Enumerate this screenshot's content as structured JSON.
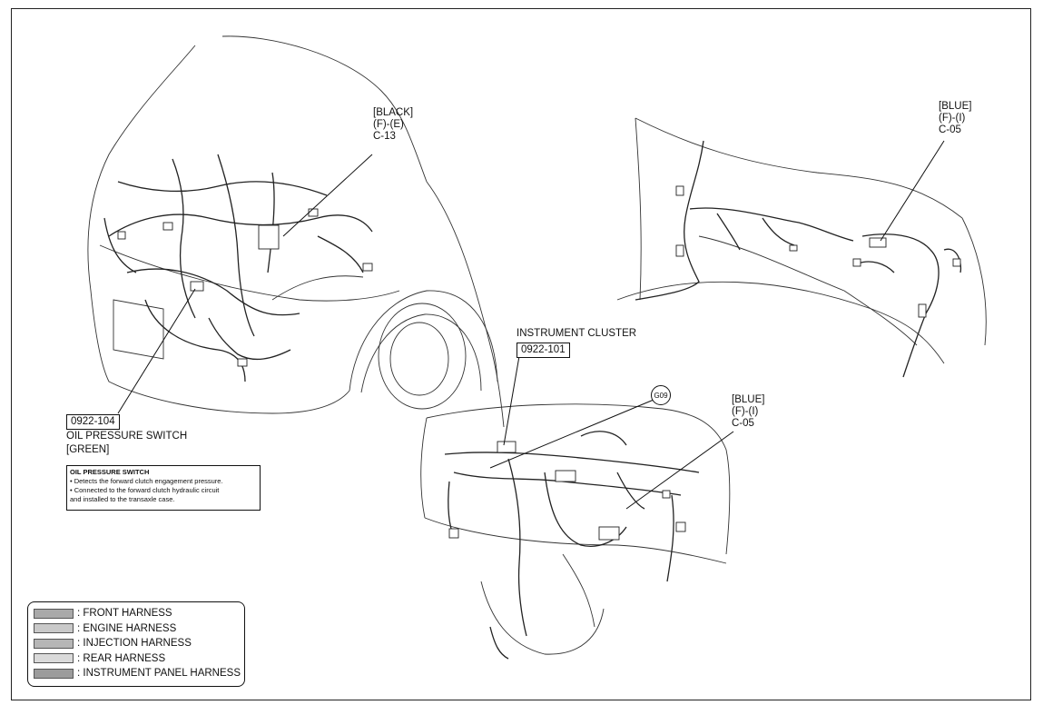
{
  "callouts": {
    "c13": {
      "color": "[BLACK]",
      "code": "(F)-(E)",
      "id": "C-13"
    },
    "c05_top": {
      "color": "[BLUE]",
      "code": "(F)-(I)",
      "id": "C-05"
    },
    "c05_mid": {
      "color": "[BLUE]",
      "code": "(F)-(I)",
      "id": "C-05"
    },
    "instrument_cluster": {
      "title": "INSTRUMENT CLUSTER",
      "part_no": "0922-101"
    },
    "oil_pressure_switch": {
      "part_no": "0922-104",
      "name": "OIL PRESSURE SWITCH",
      "color": "[GREEN]"
    },
    "ground": "G09"
  },
  "note": {
    "title": "OIL PRESSURE SWITCH",
    "line1": "• Detects the forward clutch engagement pressure.",
    "line2": "• Connected to the forward clutch hydraulic circuit",
    "line3": "and installed to the transaxle case."
  },
  "legend": [
    {
      "label": ": FRONT HARNESS",
      "color": "#a9a9a9"
    },
    {
      "label": ": ENGINE HARNESS",
      "color": "#c9c9c9"
    },
    {
      "label": ": INJECTION HARNESS",
      "color": "#b6b6b6"
    },
    {
      "label": ": REAR HARNESS",
      "color": "#dadada"
    },
    {
      "label": ": INSTRUMENT PANEL HARNESS",
      "color": "#9c9c9c"
    }
  ]
}
